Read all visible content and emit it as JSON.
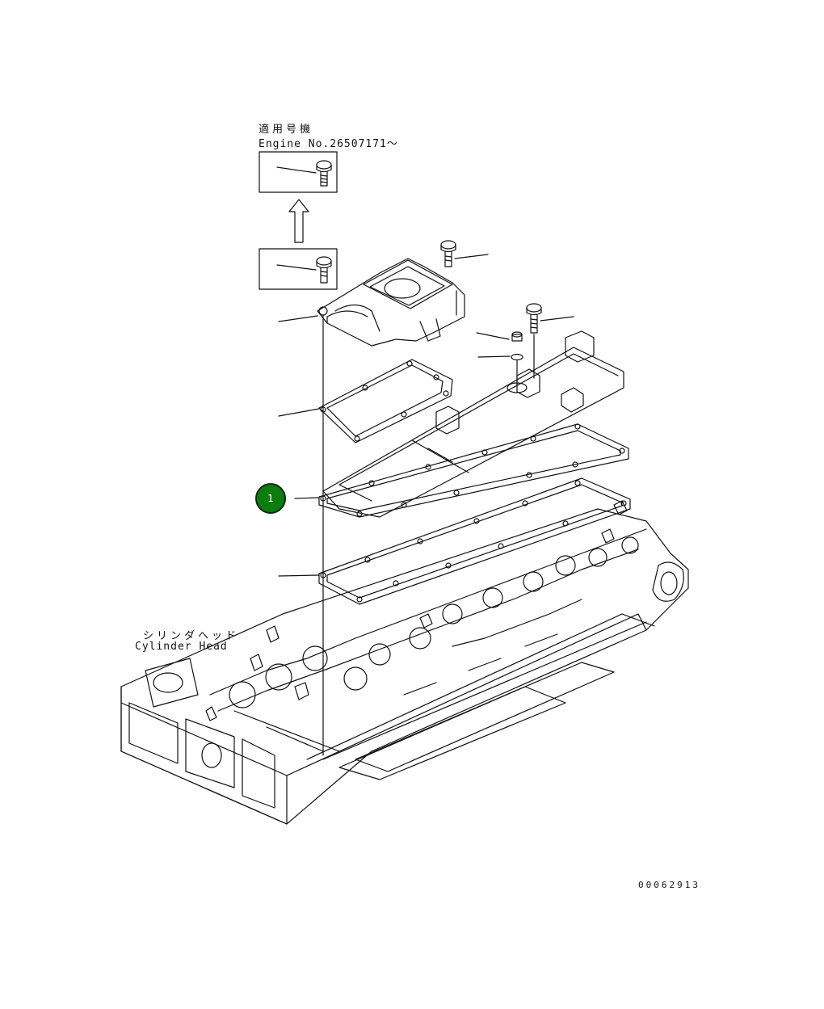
{
  "applicability": {
    "label_jp": "適用号機",
    "label_en": "Engine No.26507171～"
  },
  "cylinder_head": {
    "label_jp": "シリンダヘッド",
    "label_en": "Cylinder Head"
  },
  "callout": {
    "number": "1",
    "color": "#0f7a0f"
  },
  "drawing_code": "00062913"
}
